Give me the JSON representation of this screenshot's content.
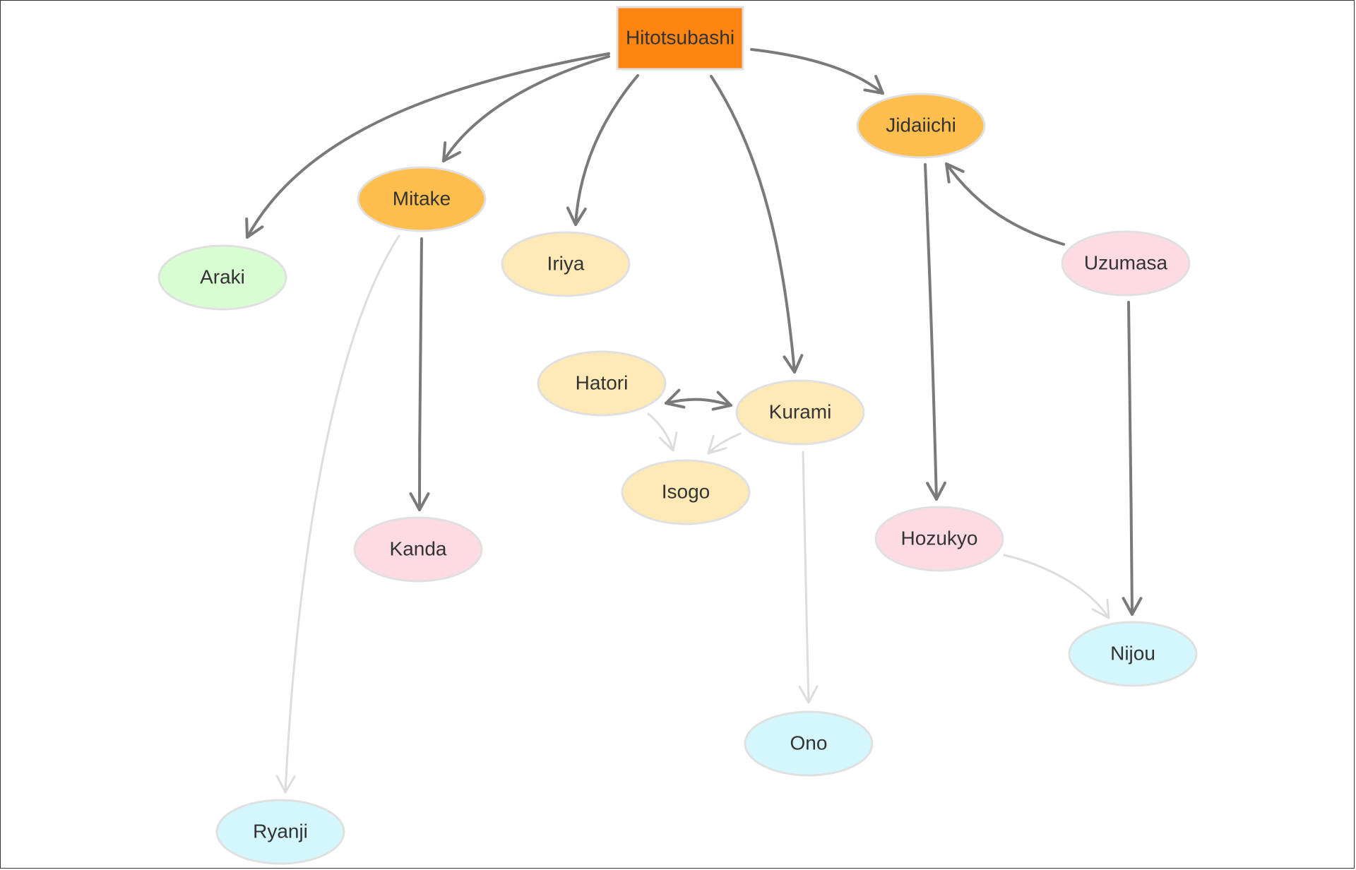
{
  "diagram": {
    "nodes": [
      {
        "id": "hitotsubashi",
        "label": "Hitotsubashi",
        "shape": "rect",
        "color": "#ff8512"
      },
      {
        "id": "jidaiichi",
        "label": "Jidaiichi",
        "shape": "ellipse",
        "color": "#ffbe4d"
      },
      {
        "id": "mitake",
        "label": "Mitake",
        "shape": "ellipse",
        "color": "#ffbe4d"
      },
      {
        "id": "araki",
        "label": "Araki",
        "shape": "ellipse",
        "color": "#d8fdd2"
      },
      {
        "id": "iriya",
        "label": "Iriya",
        "shape": "ellipse",
        "color": "#ffe9b7"
      },
      {
        "id": "uzumasa",
        "label": "Uzumasa",
        "shape": "ellipse",
        "color": "#fedae3"
      },
      {
        "id": "hatori",
        "label": "Hatori",
        "shape": "ellipse",
        "color": "#ffe9b7"
      },
      {
        "id": "kurami",
        "label": "Kurami",
        "shape": "ellipse",
        "color": "#ffe9b7"
      },
      {
        "id": "isogo",
        "label": "Isogo",
        "shape": "ellipse",
        "color": "#ffe9b7"
      },
      {
        "id": "kanda",
        "label": "Kanda",
        "shape": "ellipse",
        "color": "#fedae3"
      },
      {
        "id": "hozukyo",
        "label": "Hozukyo",
        "shape": "ellipse",
        "color": "#fedae3"
      },
      {
        "id": "nijou",
        "label": "Nijou",
        "shape": "ellipse",
        "color": "#d4f6fd"
      },
      {
        "id": "ono",
        "label": "Ono",
        "shape": "ellipse",
        "color": "#d4f6fd"
      },
      {
        "id": "ryanji",
        "label": "Ryanji",
        "shape": "ellipse",
        "color": "#d4f6fd"
      }
    ],
    "edges": [
      {
        "from": "hitotsubashi",
        "to": "araki",
        "style": "dark"
      },
      {
        "from": "hitotsubashi",
        "to": "mitake",
        "style": "dark"
      },
      {
        "from": "hitotsubashi",
        "to": "iriya",
        "style": "dark"
      },
      {
        "from": "hitotsubashi",
        "to": "kurami",
        "style": "dark"
      },
      {
        "from": "hitotsubashi",
        "to": "jidaiichi",
        "style": "dark"
      },
      {
        "from": "mitake",
        "to": "kanda",
        "style": "dark"
      },
      {
        "from": "mitake",
        "to": "ryanji",
        "style": "light"
      },
      {
        "from": "jidaiichi",
        "to": "hozukyo",
        "style": "dark"
      },
      {
        "from": "uzumasa",
        "to": "jidaiichi",
        "style": "dark"
      },
      {
        "from": "uzumasa",
        "to": "nijou",
        "style": "dark"
      },
      {
        "from": "hozukyo",
        "to": "nijou",
        "style": "light"
      },
      {
        "from": "hatori",
        "to": "kurami",
        "style": "dark",
        "bidirectional": true
      },
      {
        "from": "hatori",
        "to": "isogo",
        "style": "light"
      },
      {
        "from": "kurami",
        "to": "isogo",
        "style": "light"
      },
      {
        "from": "kurami",
        "to": "ono",
        "style": "light"
      }
    ],
    "colors": {
      "edge_dark": "#7a7a7a",
      "edge_light": "#dddddd",
      "node_border": "#e0e0e0",
      "text": "#333333"
    }
  }
}
